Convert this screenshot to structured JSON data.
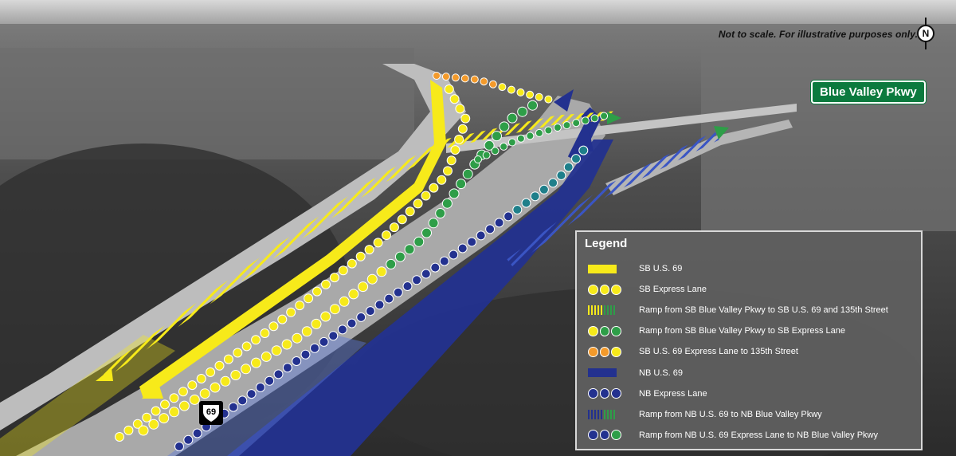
{
  "note": "Not to scale. For illustrative purposes only.",
  "compass_letter": "N",
  "road_sign": "Blue Valley Pkwy",
  "route_shield": "69",
  "legend": {
    "title": "Legend",
    "items": [
      {
        "label": "SB U.S. 69",
        "style": "solid",
        "colors": [
          "#f7ea1a"
        ]
      },
      {
        "label": "SB Express Lane",
        "style": "dots",
        "colors": [
          "#f7ea1a",
          "#f7ea1a",
          "#f7ea1a"
        ]
      },
      {
        "label": "Ramp from SB Blue Valley Pkwy to SB U.S. 69 and 135th Street",
        "style": "hatch",
        "colors": [
          "#f7ea1a",
          "#2e9e48"
        ]
      },
      {
        "label": "Ramp from SB Blue Valley Pkwy to SB Express Lane",
        "style": "dots",
        "colors": [
          "#f7ea1a",
          "#2e9e48",
          "#2e9e48"
        ]
      },
      {
        "label": "SB U.S. 69 Express Lane to 135th Street",
        "style": "dots",
        "colors": [
          "#f39a2b",
          "#f39a2b",
          "#f7ea1a"
        ]
      },
      {
        "label": "NB U.S. 69",
        "style": "solid",
        "colors": [
          "#23318f"
        ]
      },
      {
        "label": "NB Express Lane",
        "style": "dots",
        "colors": [
          "#23318f",
          "#23318f",
          "#23318f"
        ]
      },
      {
        "label": "Ramp from NB U.S. 69 to NB Blue Valley Pkwy",
        "style": "hatch",
        "colors": [
          "#23318f",
          "#2e9e48"
        ]
      },
      {
        "label": "Ramp from NB U.S. 69 Express Lane to NB Blue Valley Pkwy",
        "style": "dots",
        "colors": [
          "#23318f",
          "#23318f",
          "#2e9e48"
        ]
      }
    ]
  }
}
